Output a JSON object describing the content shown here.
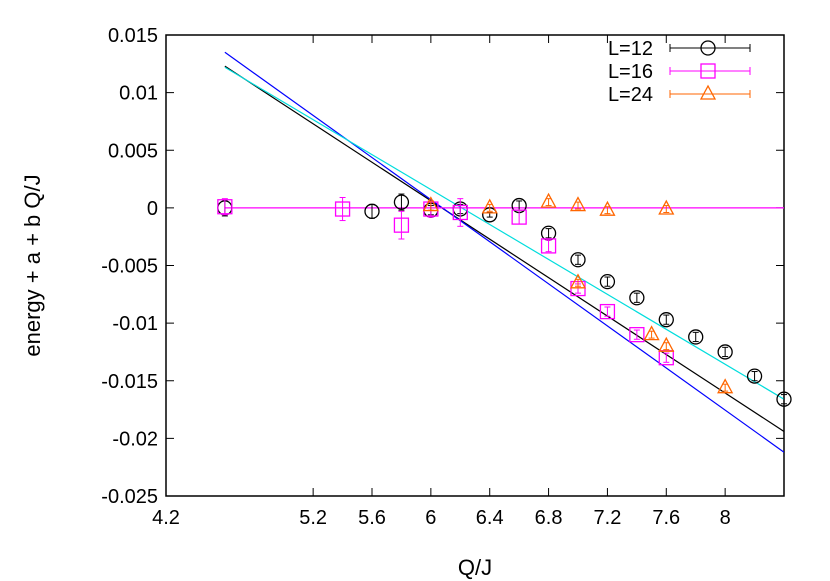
{
  "chart_data": {
    "type": "scatter",
    "xlabel": "Q/J",
    "ylabel": "energy + a + b Q/J",
    "xlim": [
      4.2,
      8.4
    ],
    "ylim": [
      -0.025,
      0.015
    ],
    "xticks": [
      4.2,
      5.2,
      5.6,
      6,
      6.4,
      6.8,
      7.2,
      7.6,
      8
    ],
    "xtick_labels": [
      "4.2",
      "5.2",
      "5.6",
      "6",
      "6.4",
      "6.8",
      "7.2",
      "7.6",
      "8"
    ],
    "yticks": [
      0.015,
      0.01,
      0.005,
      0,
      -0.005,
      -0.01,
      -0.015,
      -0.02,
      -0.025
    ],
    "ytick_labels": [
      "0.015",
      "0.01",
      "0.005",
      "0",
      "-0.005",
      "-0.01",
      "-0.015",
      "-0.02",
      "-0.025"
    ],
    "grid": false,
    "legend_position": "top-right",
    "series": [
      {
        "name": "L=12",
        "marker": "circle",
        "color": "#000000",
        "points": [
          {
            "x": 4.6,
            "y": 0.0,
            "err": 0.0007
          },
          {
            "x": 5.6,
            "y": -0.0003,
            "err": 0.0006
          },
          {
            "x": 5.8,
            "y": 0.0005,
            "err": 0.0007
          },
          {
            "x": 6.0,
            "y": -0.0002,
            "err": 0.0004
          },
          {
            "x": 6.2,
            "y": -0.0001,
            "err": 0.0004
          },
          {
            "x": 6.4,
            "y": -0.0006,
            "err": 0.0002
          },
          {
            "x": 6.6,
            "y": 0.0002,
            "err": 0.0004
          },
          {
            "x": 6.8,
            "y": -0.0022,
            "err": 0.0004
          },
          {
            "x": 7.0,
            "y": -0.0045,
            "err": 0.0004
          },
          {
            "x": 7.2,
            "y": -0.0064,
            "err": 0.0004
          },
          {
            "x": 7.4,
            "y": -0.0078,
            "err": 0.0004
          },
          {
            "x": 7.6,
            "y": -0.0097,
            "err": 0.0004
          },
          {
            "x": 7.8,
            "y": -0.0112,
            "err": 0.0004
          },
          {
            "x": 8.0,
            "y": -0.0125,
            "err": 0.0004
          },
          {
            "x": 8.2,
            "y": -0.0146,
            "err": 0.0004
          },
          {
            "x": 8.4,
            "y": -0.0166,
            "err": 0.0004
          }
        ]
      },
      {
        "name": "L=16",
        "marker": "square",
        "color": "#ff00ff",
        "points": [
          {
            "x": 4.6,
            "y": 0.0001,
            "err": 0.0007
          },
          {
            "x": 5.4,
            "y": -0.0001,
            "err": 0.001
          },
          {
            "x": 5.8,
            "y": -0.0015,
            "err": 0.0012
          },
          {
            "x": 6.0,
            "y": -0.0001,
            "err": 0.0007
          },
          {
            "x": 6.2,
            "y": -0.0004,
            "err": 0.0012
          },
          {
            "x": 6.6,
            "y": -0.0008,
            "err": 0.0006
          },
          {
            "x": 6.8,
            "y": -0.0033,
            "err": 0.0005
          },
          {
            "x": 7.0,
            "y": -0.007,
            "err": 0.0004
          },
          {
            "x": 7.2,
            "y": -0.009,
            "err": 0.0004
          },
          {
            "x": 7.4,
            "y": -0.011,
            "err": 0.0004
          },
          {
            "x": 7.6,
            "y": -0.013,
            "err": 0.0004
          }
        ]
      },
      {
        "name": "L=24",
        "marker": "triangle",
        "color": "#ff6600",
        "points": [
          {
            "x": 6.0,
            "y": 0.0002,
            "err": 0.0004
          },
          {
            "x": 6.4,
            "y": 0.0,
            "err": 0.0003
          },
          {
            "x": 6.8,
            "y": 0.0005,
            "err": 0.0003
          },
          {
            "x": 7.0,
            "y": 0.0002,
            "err": 0.0003
          },
          {
            "x": 7.2,
            "y": -0.0002,
            "err": 0.0003
          },
          {
            "x": 7.6,
            "y": -0.0001,
            "err": 0.0003
          },
          {
            "x": 7.0,
            "y": -0.0065,
            "err": 0.0003
          },
          {
            "x": 7.5,
            "y": -0.011,
            "err": 0.0003
          },
          {
            "x": 7.6,
            "y": -0.012,
            "err": 0.0003
          },
          {
            "x": 8.0,
            "y": -0.0156,
            "err": 0.0003
          }
        ]
      }
    ],
    "fit_lines": [
      {
        "color": "#000000",
        "x": [
          4.6,
          8.4
        ],
        "y": [
          0.0123,
          -0.0194
        ]
      },
      {
        "color": "#0000ff",
        "x": [
          4.6,
          8.4
        ],
        "y": [
          0.0135,
          -0.0212
        ]
      },
      {
        "color": "#00dddd",
        "x": [
          4.6,
          8.4
        ],
        "y": [
          0.0122,
          -0.0166
        ]
      },
      {
        "color": "#ff00ff",
        "x": [
          4.6,
          8.4
        ],
        "y": [
          0.0,
          0.0
        ]
      }
    ]
  }
}
